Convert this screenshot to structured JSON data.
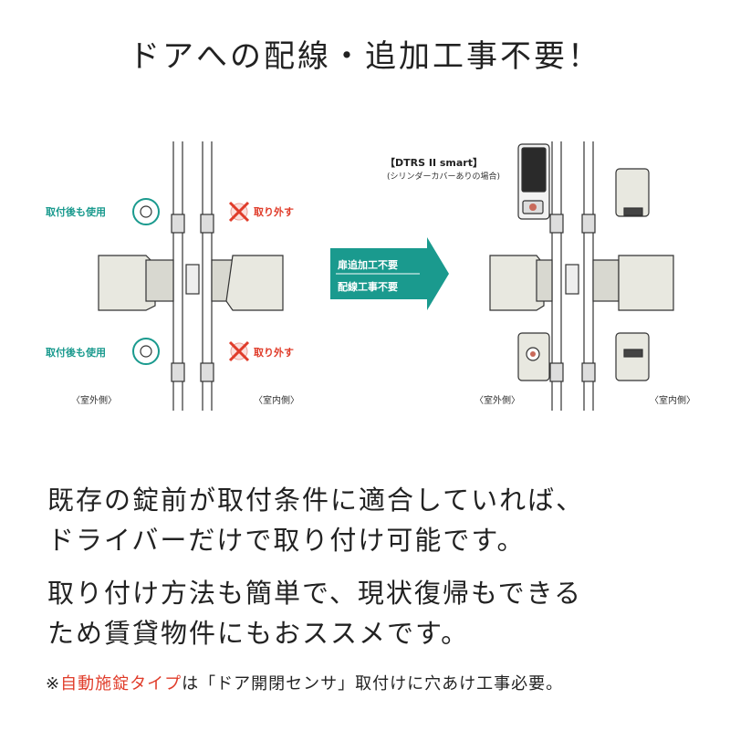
{
  "title": "ドアへの配線・追加工事不要！",
  "diagram": {
    "left": {
      "label_use_top": "取付後も使用",
      "label_use_bottom": "取付後も使用",
      "label_remove_top": "取り外す",
      "label_remove_bottom": "取り外す",
      "outside": "〈室外側〉",
      "inside": "〈室内側〉"
    },
    "arrow": {
      "line1": "扉追加工不要",
      "line2": "配線工事不要",
      "color": "#1a9a8e"
    },
    "right": {
      "model": "【DTRS II smart】",
      "model_sub": "(シリンダーカバーありの場合)",
      "outside": "〈室外側〉",
      "inside": "〈室内側〉"
    }
  },
  "body": {
    "line1": "既存の錠前が取付条件に適合していれば、",
    "line2": "ドライバーだけで取り付け可能です。",
    "line3": "取り付け方法も簡単で、現状復帰もできる",
    "line4": "ため賃貸物件にもおススメです。"
  },
  "note": {
    "prefix": "※",
    "highlight": "自動施錠タイプ",
    "rest": "は「ドア開閉センサ」取付けに穴あけ工事必要。"
  }
}
